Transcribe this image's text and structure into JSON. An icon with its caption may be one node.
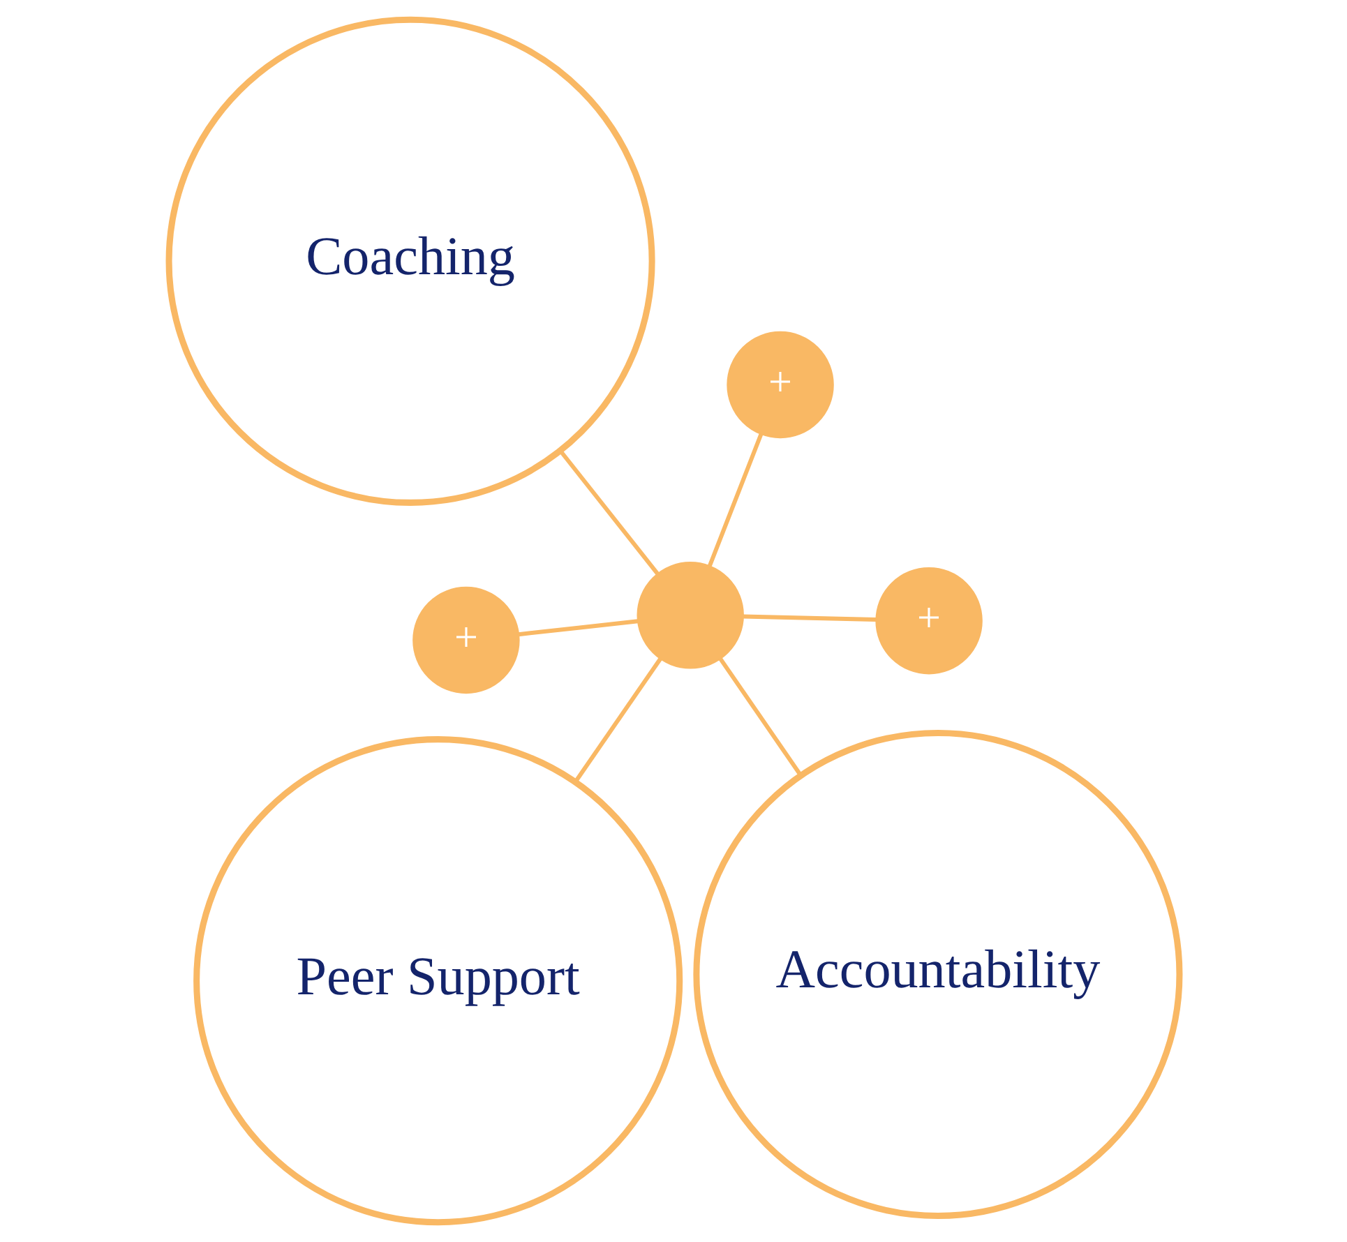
{
  "diagram": {
    "nodes": [
      {
        "text": [
          "Coaching"
        ]
      },
      {
        "text": [
          "+"
        ]
      },
      {
        "text": [
          "Accountability"
        ]
      },
      {
        "text": [],
        "shape": "circle"
      },
      {
        "text": [
          "+"
        ]
      },
      {
        "text": [
          "+"
        ]
      },
      {
        "text": [
          "Peer Support"
        ]
      }
    ],
    "edges": [
      {
        "from": 3,
        "to": 0,
        "arrow": "none"
      },
      {
        "from": 3,
        "to": 1,
        "arrow": "none"
      },
      {
        "from": 3,
        "to": 2,
        "arrow": "none"
      },
      {
        "from": 3,
        "to": 4,
        "arrow": "none"
      },
      {
        "from": 3,
        "to": 5,
        "arrow": "none"
      },
      {
        "from": 3,
        "to": 6,
        "arrow": "none"
      }
    ]
  }
}
